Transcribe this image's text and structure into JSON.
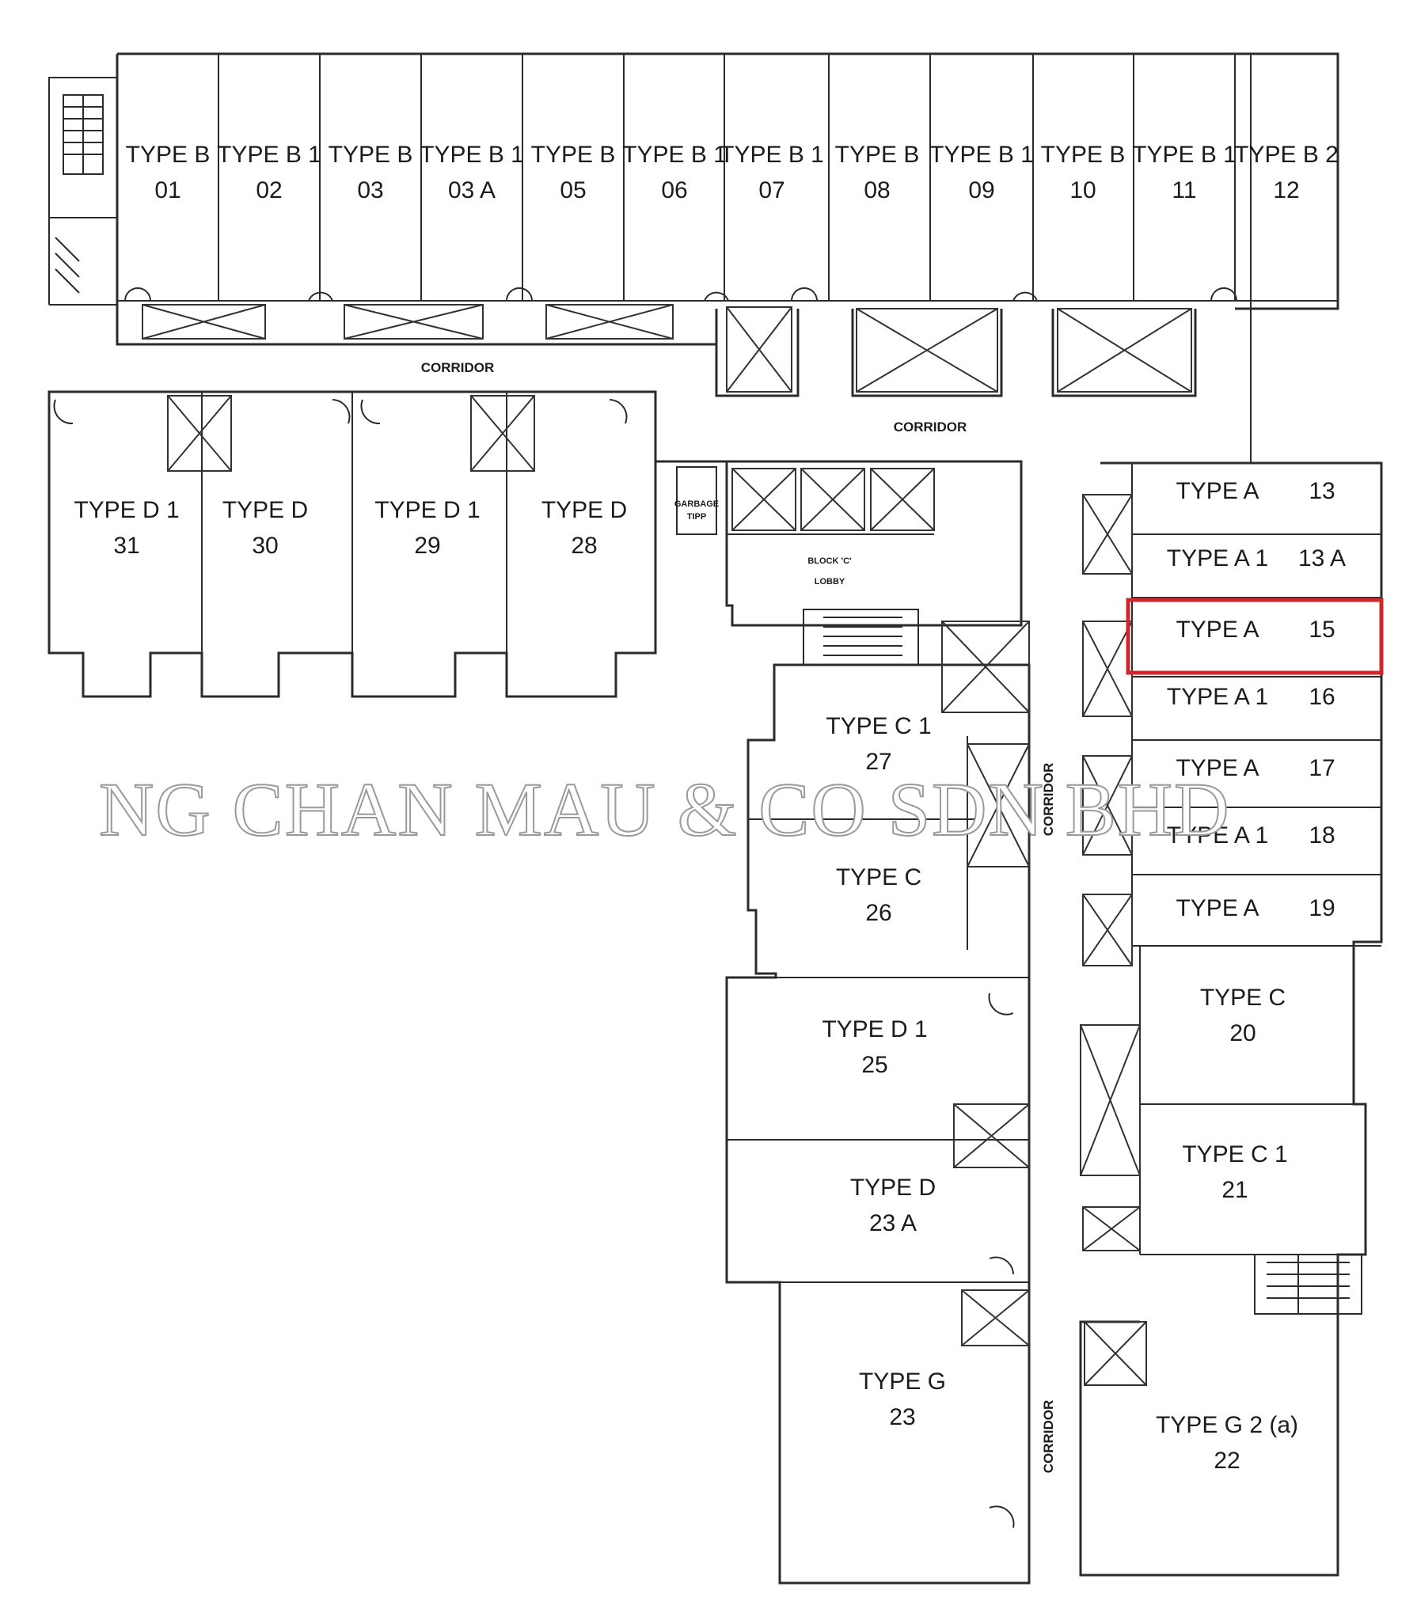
{
  "plan": {
    "corridor_label": "CORRIDOR",
    "lobby_label_1": "BLOCK 'C'",
    "lobby_label_2": "LOBBY",
    "garbage_label_1": "GARBAGE",
    "garbage_label_2": "TIPP",
    "watermark": "NG CHAN MAU & CO SDN BHD",
    "highlight_color": "#d0262b",
    "units": [
      {
        "type": "TYPE B",
        "no": "01"
      },
      {
        "type": "TYPE B 1",
        "no": "02"
      },
      {
        "type": "TYPE B",
        "no": "03"
      },
      {
        "type": "TYPE B 1",
        "no": "03 A"
      },
      {
        "type": "TYPE B",
        "no": "05"
      },
      {
        "type": "TYPE B 1",
        "no": "06"
      },
      {
        "type": "TYPE B 1",
        "no": "07"
      },
      {
        "type": "TYPE B",
        "no": "08"
      },
      {
        "type": "TYPE B 1",
        "no": "09"
      },
      {
        "type": "TYPE B",
        "no": "10"
      },
      {
        "type": "TYPE B 1",
        "no": "11"
      },
      {
        "type": "TYPE B 2",
        "no": "12"
      },
      {
        "type": "TYPE A",
        "no": "13"
      },
      {
        "type": "TYPE A 1",
        "no": "13 A"
      },
      {
        "type": "TYPE A",
        "no": "15"
      },
      {
        "type": "TYPE A 1",
        "no": "16"
      },
      {
        "type": "TYPE A",
        "no": "17"
      },
      {
        "type": "TYPE A 1",
        "no": "18"
      },
      {
        "type": "TYPE A",
        "no": "19"
      },
      {
        "type": "TYPE C",
        "no": "20"
      },
      {
        "type": "TYPE C 1",
        "no": "21"
      },
      {
        "type": "TYPE G 2 (a)",
        "no": "22"
      },
      {
        "type": "TYPE G",
        "no": "23"
      },
      {
        "type": "TYPE D",
        "no": "23 A"
      },
      {
        "type": "TYPE D 1",
        "no": "25"
      },
      {
        "type": "TYPE C",
        "no": "26"
      },
      {
        "type": "TYPE C 1",
        "no": "27"
      },
      {
        "type": "TYPE D",
        "no": "28"
      },
      {
        "type": "TYPE D 1",
        "no": "29"
      },
      {
        "type": "TYPE D",
        "no": "30"
      },
      {
        "type": "TYPE D 1",
        "no": "31"
      }
    ]
  }
}
